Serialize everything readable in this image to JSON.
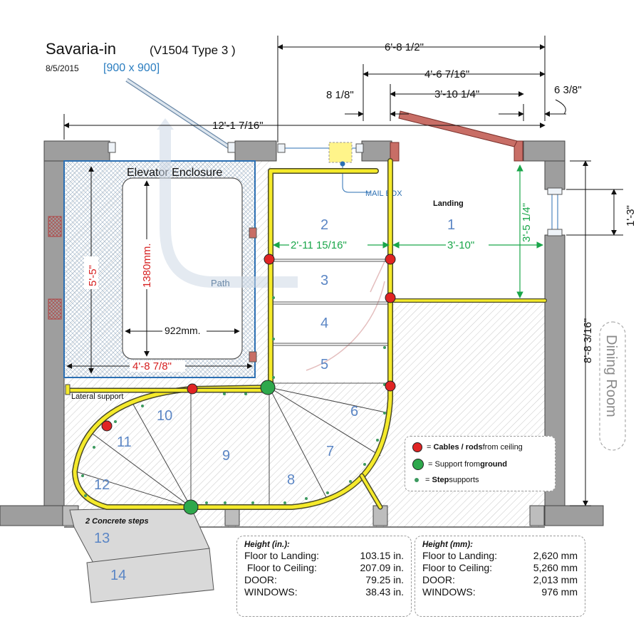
{
  "header": {
    "title": "Savaria-in",
    "model": "(V1504 Type 3 )",
    "date": "8/5/2015",
    "size": "[900 x 900]"
  },
  "dimensions": {
    "overall_top": "6'-8 1/2\"",
    "mid_top": "4'-6 7/16\"",
    "left_small": "8 1/8\"",
    "inner_top": "3'-10 1/4\"",
    "right_small": "6 3/8\"",
    "overall_width": "12'-1 7/16\"",
    "landing_height": "3'-5 1/4\"",
    "window_height": "1'-3\"",
    "room_depth": "8'-8 3/16\"",
    "stair_width": "2'-11 15/16\"",
    "landing_width": "3'-10\"",
    "enclosure_height": "5'-5\"",
    "enclosure_width": "4'-8 7/8\"",
    "cab_height_mm": "1380mm.",
    "cab_width_mm": "922mm."
  },
  "labels": {
    "elevator_enclosure": "Elevator Enclosure",
    "path": "Path",
    "mail_box": "MAIL BOX",
    "landing": "Landing",
    "dining_room": "Dining Room",
    "lateral_support": "Lateral support",
    "concrete_steps": "2 Concrete steps"
  },
  "steps": [
    "1",
    "2",
    "3",
    "4",
    "5",
    "6",
    "7",
    "8",
    "9",
    "10",
    "11",
    "12",
    "13",
    "14"
  ],
  "legend": {
    "red_bold": "Cables / rods",
    "red_rest": " from ceiling",
    "green_pre": "Support from ",
    "green_bold": "ground",
    "small_bold": "Step",
    "small_rest": " supports"
  },
  "height_in": {
    "title": "Height (in.):",
    "rows": [
      {
        "label": "Floor to  Landing:",
        "value": "103.15 in."
      },
      {
        "label": " Floor to Ceiling:",
        "value": "207.09 in."
      },
      {
        "label": "DOOR:",
        "value": "79.25 in."
      },
      {
        "label": "WINDOWS:",
        "value": "38.43 in."
      }
    ]
  },
  "height_mm": {
    "title": "Height (mm):",
    "rows": [
      {
        "label": "Floor to  Landing:",
        "value": "2,620 mm"
      },
      {
        "label": "Floor to Ceiling:",
        "value": "5,260 mm"
      },
      {
        "label": "DOOR:",
        "value": "2,013 mm"
      },
      {
        "label": "WINDOWS:",
        "value": "976 mm"
      }
    ]
  },
  "colors": {
    "wall": "#9e9e9e",
    "stair_rail": "#f5ea2a",
    "enclosure": "#2b6fb3",
    "dim_red": "#d62020",
    "dim_green": "#1aa64a",
    "step_number": "#5b86c5",
    "door": "#c86e66"
  }
}
